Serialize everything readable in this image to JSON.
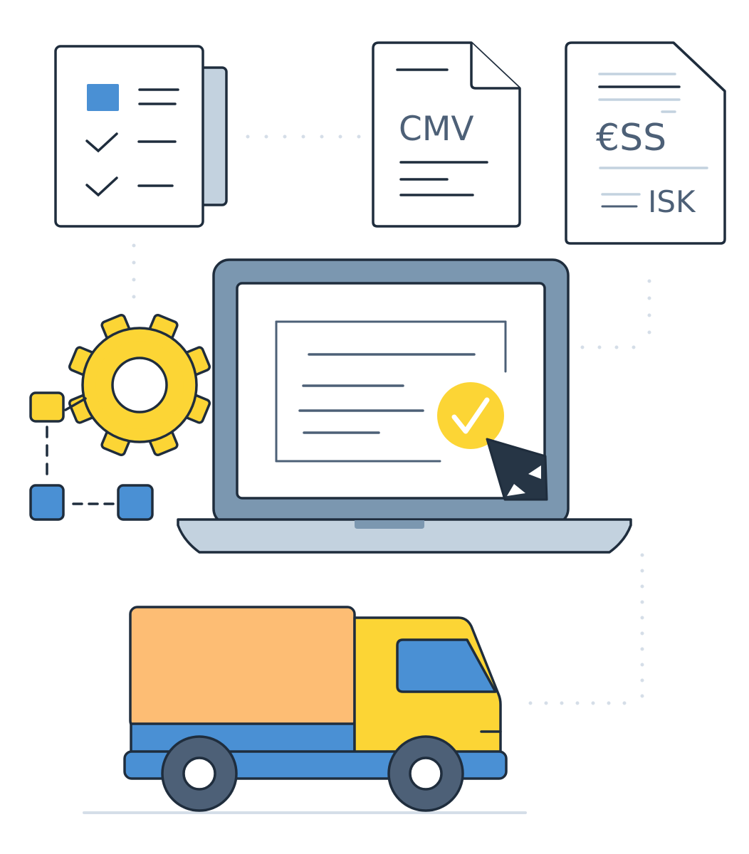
{
  "illustration": {
    "documents": {
      "checklist": {
        "items": [
          "filled-box",
          "checked",
          "checked"
        ]
      },
      "cmv_document": {
        "label": "CMV"
      },
      "currency_document": {
        "currency_label": "€SS",
        "secondary_label": "ISK"
      }
    },
    "laptop": {
      "status": "approved"
    },
    "colors": {
      "outline": "#1f2d3d",
      "blue": "#4a90d4",
      "yellow": "#fcd535",
      "orange": "#fdbd74",
      "slate": "#7b97b0",
      "light_slate": "#c3d2df",
      "doc_text": "#4d6077",
      "page_bg": "#ffffff"
    }
  }
}
